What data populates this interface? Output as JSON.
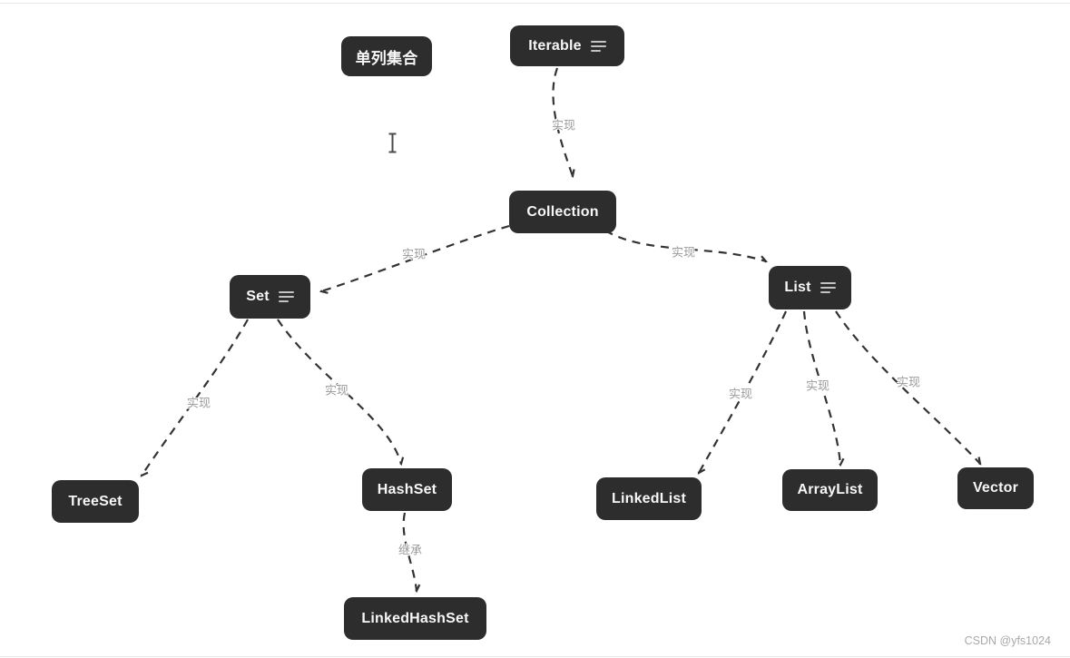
{
  "nodes": [
    {
      "id": "danlie",
      "label": "单列集合",
      "has_notes_icon": false
    },
    {
      "id": "iterable",
      "label": "Iterable",
      "has_notes_icon": true
    },
    {
      "id": "collection",
      "label": "Collection",
      "has_notes_icon": false
    },
    {
      "id": "set",
      "label": "Set",
      "has_notes_icon": true
    },
    {
      "id": "list",
      "label": "List",
      "has_notes_icon": true
    },
    {
      "id": "treeset",
      "label": "TreeSet",
      "has_notes_icon": false
    },
    {
      "id": "hashset",
      "label": "HashSet",
      "has_notes_icon": false
    },
    {
      "id": "linkedhashset",
      "label": "LinkedHashSet",
      "has_notes_icon": false
    },
    {
      "id": "linkedlist",
      "label": "LinkedList",
      "has_notes_icon": false
    },
    {
      "id": "arraylist",
      "label": "ArrayList",
      "has_notes_icon": false
    },
    {
      "id": "vector",
      "label": "Vector",
      "has_notes_icon": false
    }
  ],
  "edges": [
    {
      "from": "iterable",
      "to": "collection",
      "label": "实现"
    },
    {
      "from": "collection",
      "to": "set",
      "label": "实现"
    },
    {
      "from": "collection",
      "to": "list",
      "label": "实现"
    },
    {
      "from": "set",
      "to": "treeset",
      "label": "实现"
    },
    {
      "from": "set",
      "to": "hashset",
      "label": "实现"
    },
    {
      "from": "list",
      "to": "linkedlist",
      "label": "实现"
    },
    {
      "from": "list",
      "to": "arraylist",
      "label": "实现"
    },
    {
      "from": "list",
      "to": "vector",
      "label": "实现"
    },
    {
      "from": "hashset",
      "to": "linkedhashset",
      "label": "继承"
    }
  ],
  "watermark": "CSDN @yfs1024",
  "cursor": {
    "type": "text-ibeam"
  },
  "colors": {
    "node_bg": "#2d2d2d",
    "node_text": "#f7f7f7",
    "edge": "#333333",
    "edge_label": "#9b9b9b",
    "notes_icon": "#c3c3c3",
    "background": "#ffffff",
    "watermark": "#a9a9a9"
  }
}
